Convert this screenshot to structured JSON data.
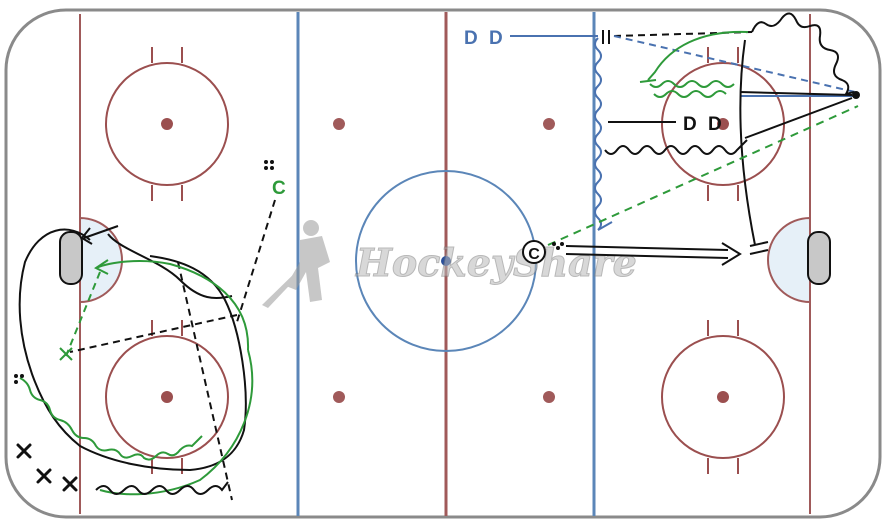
{
  "diagram": {
    "labels": {
      "defense_top": "D D",
      "defense_mid": "D D",
      "coach": "C",
      "puck_marker": "C"
    },
    "watermark": {
      "text": "HockeyShare"
    },
    "player_marks": [
      "X",
      "X",
      "X"
    ],
    "colors": {
      "board": "#8a8a8a",
      "ice": "#ffffff",
      "red_line": "#a05a5a",
      "blue_line": "#5b86b8",
      "circle_red": "#9b4f4f",
      "center_circle": "#5b86b8",
      "crease_fill": "#e6f0f8",
      "net_fill": "#c8c8c8",
      "green": "#2e9a3a",
      "blue_dash": "#4a72b0",
      "black": "#111111"
    }
  }
}
